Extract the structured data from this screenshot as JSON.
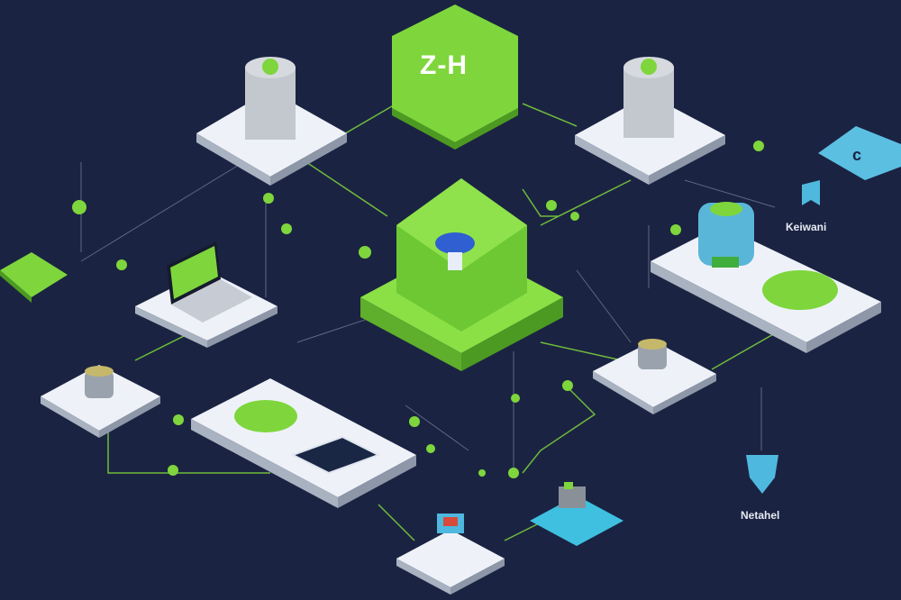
{
  "hub": {
    "logo_text": "Z-H"
  },
  "labels": {
    "right_node": "Keiwani",
    "bottom_right_node": "Netahel"
  },
  "colors": {
    "background": "#1b2342",
    "accent_green": "#7ed63c",
    "tile_white": "#e9eef6",
    "accent_blue": "#4fb8de"
  }
}
